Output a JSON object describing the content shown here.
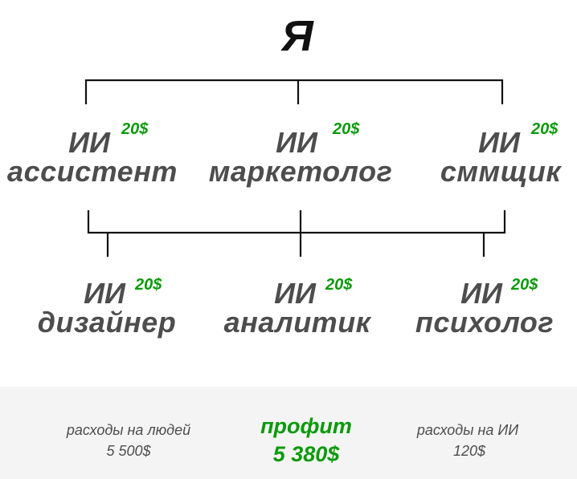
{
  "title": "Я",
  "colors": {
    "text": "#4d4d4d",
    "accent": "#0a9a0a",
    "panel": "#f4f4f4"
  },
  "top_row": [
    {
      "prefix": "ИИ",
      "role": "ассистент",
      "price": "20$"
    },
    {
      "prefix": "ИИ",
      "role": "маркетолог",
      "price": "20$"
    },
    {
      "prefix": "ИИ",
      "role": "сммщик",
      "price": "20$"
    }
  ],
  "bottom_row": [
    {
      "prefix": "ИИ",
      "role": "дизайнер",
      "price": "20$"
    },
    {
      "prefix": "ИИ",
      "role": "аналитик",
      "price": "20$"
    },
    {
      "prefix": "ИИ",
      "role": "психолог",
      "price": "20$"
    }
  ],
  "summary": {
    "people_label": "расходы на людей",
    "people_value": "5 500$",
    "profit_label": "профит",
    "profit_value": "5 380$",
    "ai_label": "расходы на ИИ",
    "ai_value": "120$"
  }
}
